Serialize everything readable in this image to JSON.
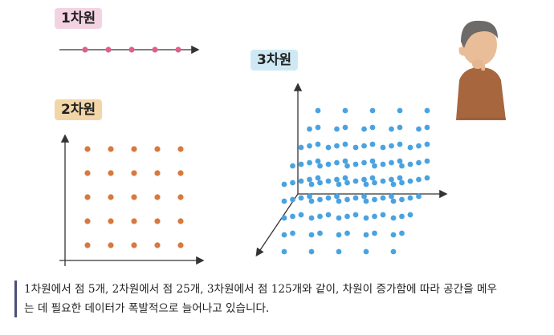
{
  "labels": {
    "one_d": "1차원",
    "two_d": "2차원",
    "three_d": "3차원"
  },
  "caption": {
    "line1": "1차원에서 점 5개, 2차원에서 점 25개, 3차원에서 점 125개와 같이, 차원이 증가함에 따라 공간을 메우",
    "line2": "는 데 필요한 데이터가 폭발적으로 늘어나고 있습니다."
  },
  "colors": {
    "one_d_points": "#e0608c",
    "two_d_points": "#d9783c",
    "three_d_points": "#4aa3e0",
    "axis": "#333333",
    "caption_bar": "#4a4f7a"
  },
  "point_counts": {
    "one_d": 5,
    "two_d": 25,
    "three_d": 125
  },
  "icons": {
    "person": "thinking-person-illustration"
  }
}
